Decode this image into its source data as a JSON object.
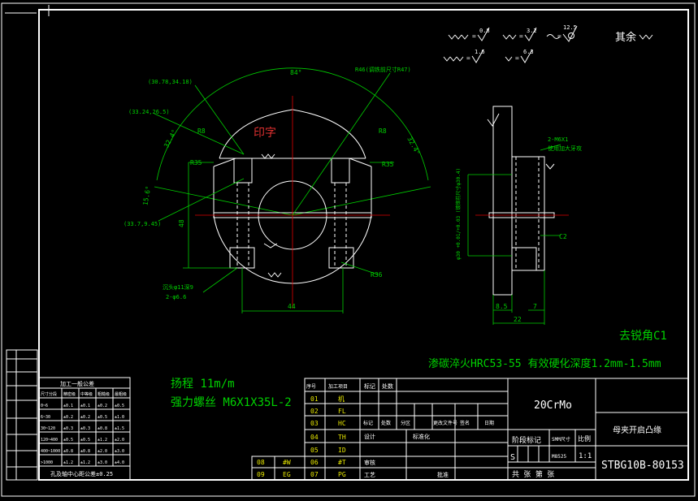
{
  "colors": {
    "background": "#000000",
    "outline": "#ffffff",
    "dimension": "#00d000",
    "note": "#00d000",
    "table_text": "#e8e800",
    "table_code": "#e8e800"
  },
  "surface_finish": {
    "sym1": "0.8",
    "sym2": "3.2",
    "sym3": "12.5",
    "sym4": "1.6",
    "sym5": "6.3",
    "rest": "其余"
  },
  "front_view": {
    "mark": "印字",
    "dims": {
      "angle_top": "84°",
      "radius_large": "R46(调铁前尺寸R47)",
      "coord_1": "(30.78,34.18)",
      "coord_2": "(33.24,26.5)",
      "coord_3": "(33.7,9.45)",
      "angle_left1": "32.4°",
      "angle_left2": "15.6°",
      "angle_right": "32.4°",
      "r8_left": "R8",
      "r8_right": "R8",
      "r35_left": "R35",
      "r35_right": "R35",
      "r36": "R36",
      "height_48": "48",
      "width_44": "44",
      "hole_note1": "沉头φ11深9",
      "hole_note2": "2-φ6.6"
    }
  },
  "side_view": {
    "dims": {
      "thread_note1": "2-M6X1",
      "thread_note2": "使用加大牙攻",
      "bore_note": "φ30 +0.01/+0.03 (镀铬前尺寸φ30.4)",
      "chamfer": "C2",
      "w_85": "8.5",
      "w_7": "7",
      "w_22": "22"
    }
  },
  "notes": {
    "deburr": "去锐角C1",
    "heat_treat": "渗碳淬火HRC53-55   有效硬化深度1.2mm-1.5mm",
    "stroke": "扬程 11m/m",
    "screw": "强力螺丝 M6X1X35L-2"
  },
  "tolerance_table": {
    "title": "加工一般公差",
    "headers": [
      "尺寸分段",
      "精密级",
      "中等级",
      "粗糙级",
      "最粗级"
    ],
    "rows": [
      [
        "0~6",
        "±0.1",
        "±0.1",
        "±0.2",
        "±0.5"
      ],
      [
        "6~30",
        "±0.2",
        "±0.2",
        "±0.5",
        "±1.0"
      ],
      [
        "30~120",
        "±0.3",
        "±0.3",
        "±0.8",
        "±1.5"
      ],
      [
        "120~400",
        "±0.5",
        "±0.5",
        "±1.2",
        "±2.0"
      ],
      [
        "400~1000",
        "±0.8",
        "±0.8",
        "±2.0",
        "±3.0"
      ],
      [
        ">1000",
        "±1.2",
        "±1.2",
        "±3.0",
        "±4.0"
      ]
    ],
    "footer": "孔及轴中心距公差±0.25"
  },
  "process_table": {
    "header": [
      "序号",
      "加工项目"
    ],
    "rows": [
      [
        "01",
        "机"
      ],
      [
        "02",
        "FL"
      ],
      [
        "03",
        "HC"
      ],
      [
        "04",
        "TH"
      ],
      [
        "05",
        "ID"
      ],
      [
        "06",
        "#T"
      ],
      [
        "07",
        "PG"
      ]
    ],
    "extra_rows": [
      [
        "08",
        "#W"
      ],
      [
        "09",
        "EG"
      ]
    ],
    "cols": [
      "标记",
      "处数",
      "分区",
      "更改文件号",
      "签名",
      "日期"
    ],
    "roles": [
      "设计",
      "标准化",
      "审核",
      "工艺",
      "批准"
    ],
    "reviewer": "审核"
  },
  "title_block": {
    "material": "20CrMo",
    "part_name": "母夹开启凸缘",
    "drawing_no": "STBG10B-80153",
    "stage_label": "阶段标记",
    "weight_label": "SMM尺寸",
    "scale_label": "比例",
    "stage_code": "S",
    "weight": "M8525",
    "scale": "1:1",
    "sheets": "共  张  第  张"
  }
}
